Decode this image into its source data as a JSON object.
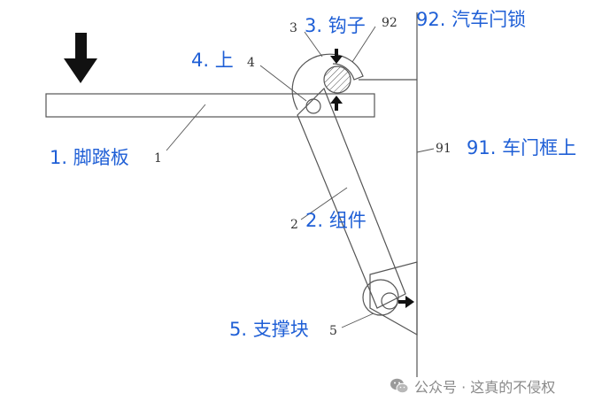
{
  "labels": {
    "pedal": "1. 脚踏板",
    "assembly": "2. 组件",
    "hook": "3. 钩子",
    "top": "4. 上",
    "support": "5. 支撑块",
    "door_frame": "91. 车门框上",
    "door_lock": "92. 汽车闩锁"
  },
  "part_numbers": {
    "pedal": "1",
    "assembly": "2",
    "hook": "3",
    "top": "4",
    "support": "5",
    "door_frame": "91",
    "door_lock": "92"
  },
  "watermark": {
    "text": "公众号 · 这真的不侵权",
    "icon": "wechat-icon"
  },
  "colors": {
    "label_blue": "#1f5fd6",
    "line_gray": "#555555"
  }
}
